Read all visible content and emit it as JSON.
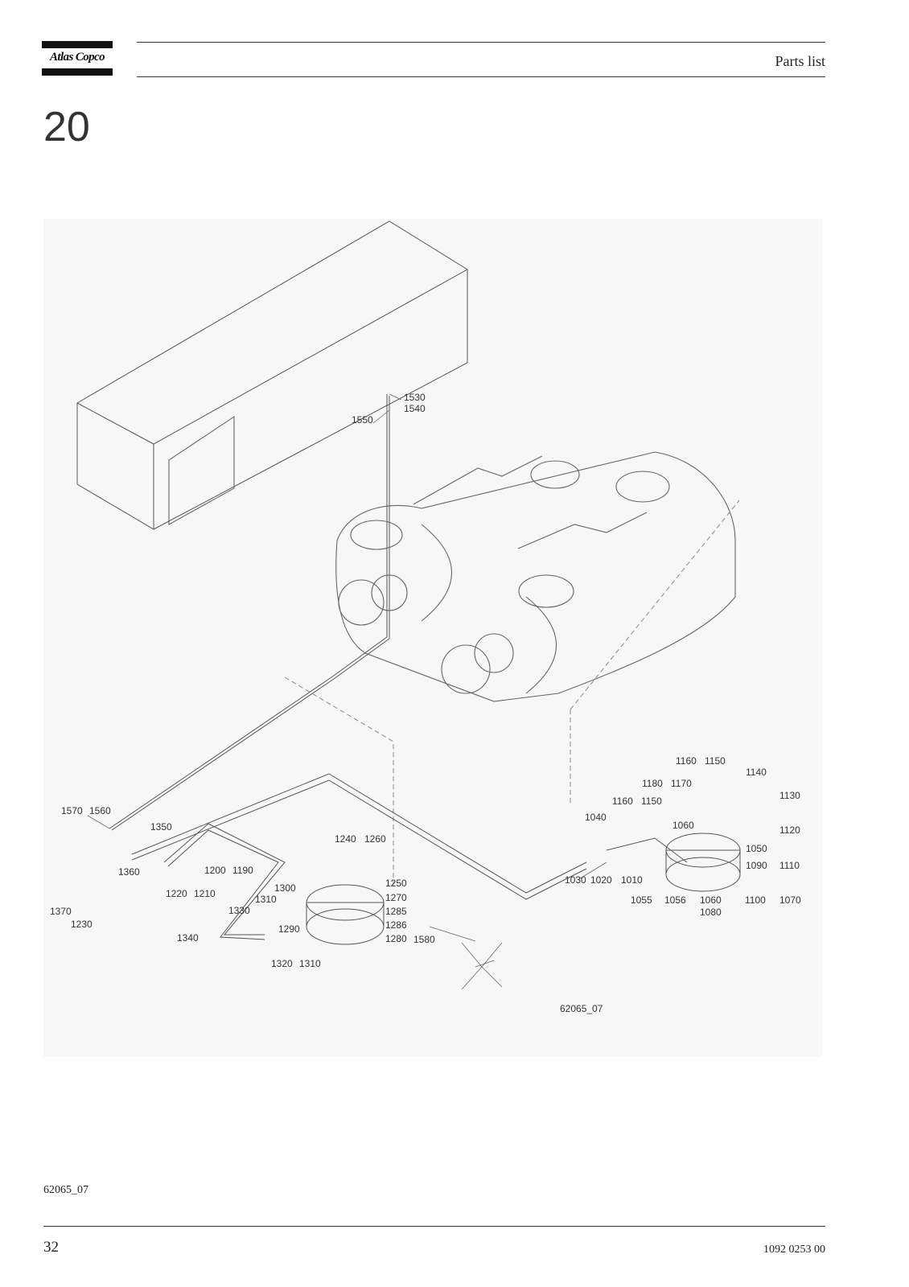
{
  "header": {
    "logo_text": "Atlas Copco",
    "title": "Parts list"
  },
  "section_number": "20",
  "figure": {
    "reference": "62065_07",
    "part_labels": [
      "1530",
      "1540",
      "1550",
      "1570",
      "1560",
      "1350",
      "1360",
      "1200",
      "1190",
      "1220",
      "1210",
      "1370",
      "1230",
      "1240",
      "1260",
      "1250",
      "1270",
      "1285",
      "1286",
      "1280",
      "1300",
      "1310",
      "1330",
      "1290",
      "1340",
      "1320",
      "1310",
      "1580",
      "1160",
      "1150",
      "1140",
      "1180",
      "1170",
      "1130",
      "1160",
      "1150",
      "1120",
      "1040",
      "1060",
      "1050",
      "1090",
      "1110",
      "1030",
      "1020",
      "1010",
      "1055",
      "1056",
      "1060",
      "1100",
      "1070",
      "1080"
    ]
  },
  "footer": {
    "figure_ref": "62065_07",
    "page_number": "32",
    "document_number": "1092 0253 00"
  }
}
